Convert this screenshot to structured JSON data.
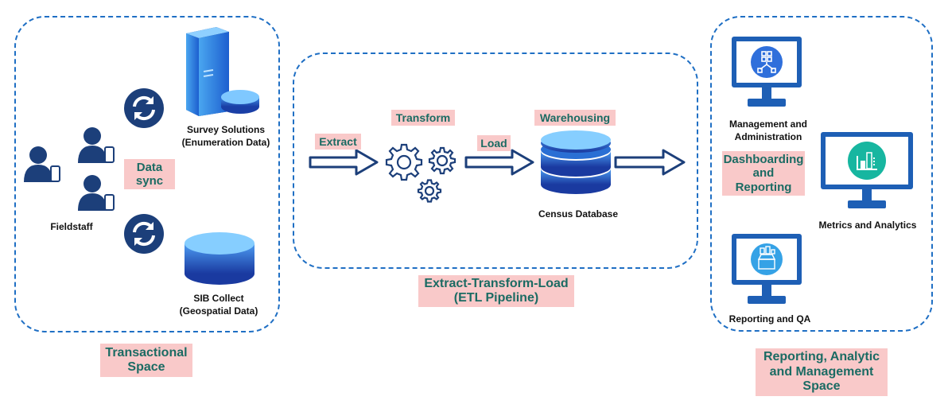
{
  "transactional": {
    "title_line1": "Transactional",
    "title_line2": "Space",
    "fieldstaff": "Fieldstaff",
    "data_sync_line1": "Data",
    "data_sync_line2": "sync",
    "survey_line1": "Survey Solutions",
    "survey_line2": "(Enumeration Data)",
    "sib_line1": "SIB Collect",
    "sib_line2": "(Geospatial Data)"
  },
  "etl": {
    "title_line1": "Extract-Transform-Load",
    "title_line2": "(ETL Pipeline)",
    "extract": "Extract",
    "transform": "Transform",
    "load": "Load",
    "warehousing": "Warehousing",
    "census_db": "Census Database"
  },
  "reporting": {
    "title_line1": "Reporting, Analytic",
    "title_line2": "and Management",
    "title_line3": "Space",
    "mgmt_line1": "Management and",
    "mgmt_line2": "Administration",
    "dash_line1": "Dashboarding",
    "dash_line2": "and",
    "dash_line3": "Reporting",
    "metrics": "Metrics and Analytics",
    "qa": "Reporting and QA"
  },
  "colors": {
    "dashed_border": "#1f6fc4",
    "label_fill": "#f9c9c9",
    "label_text": "#1b6b63",
    "icon_navy": "#1c3f7a",
    "monitor_blue": "#1e5fb5",
    "teal": "#17b6a0"
  },
  "icons": [
    "people-icon",
    "sync-icon",
    "server-icon",
    "database-icon",
    "gears-icon",
    "arrow-icon",
    "monitor-icon"
  ]
}
